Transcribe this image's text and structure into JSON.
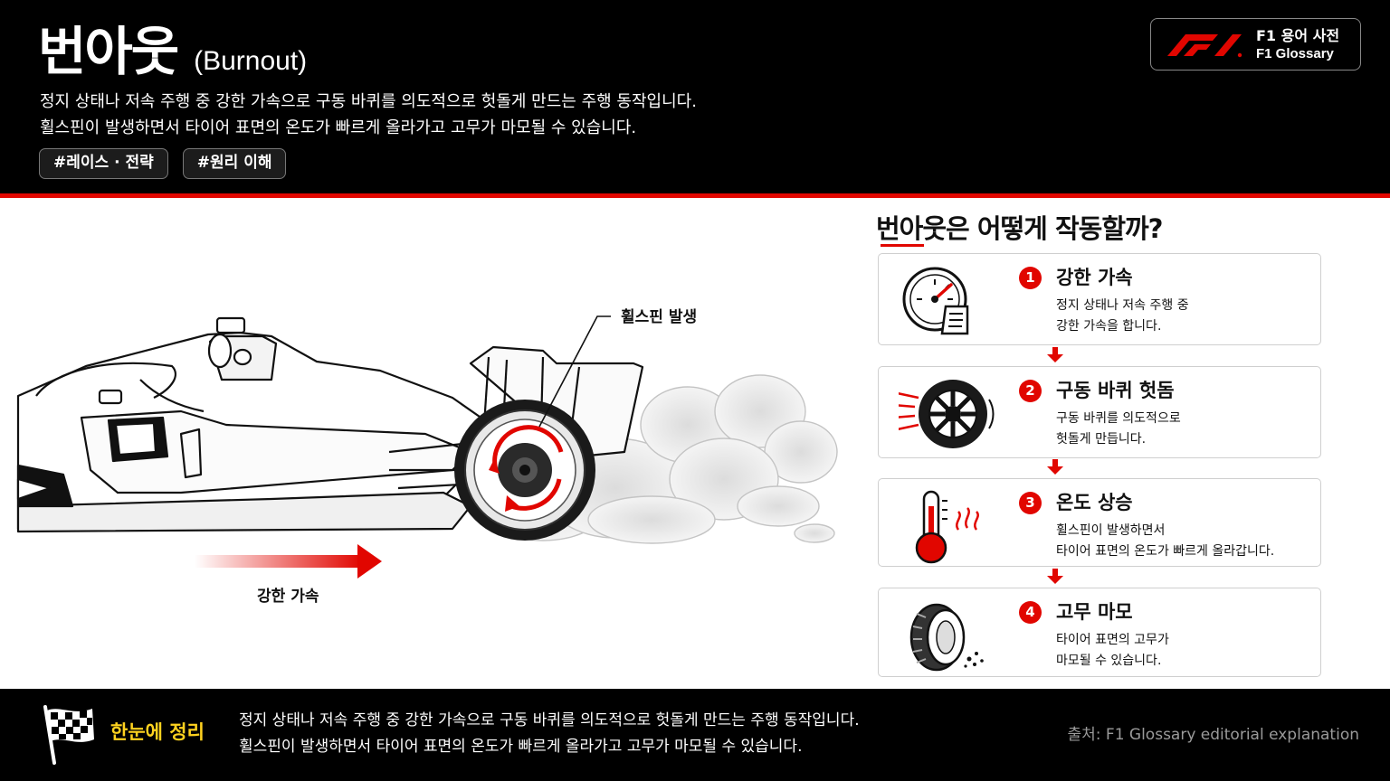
{
  "header": {
    "title_ko": "번아웃",
    "title_en": "(Burnout)",
    "desc_line1": "정지 상태나 저속 주행 중 강한 가속으로 구동 바퀴를 의도적으로 헛돌게 만드는 주행 동작입니다.",
    "desc_line2": "휠스핀이 발생하면서 타이어 표면의 온도가 빠르게 올라가고 고무가 마모될 수 있습니다.",
    "tags": [
      "#레이스 · 전략",
      "#원리 이해"
    ],
    "brand_ko": "F1 용어 사전",
    "brand_en": "F1 Glossary"
  },
  "illustration": {
    "label_wheelspin": "휠스핀 발생",
    "label_accel": "강한 가속"
  },
  "panel": {
    "title": "번아웃은 어떻게 작동할까?",
    "steps": [
      {
        "num": "1",
        "title": "강한 가속",
        "line1": "정지 상태나 저속 주행 중",
        "line2": "강한 가속을 합니다.",
        "icon": "speedometer-icon"
      },
      {
        "num": "2",
        "title": "구동 바퀴 헛돔",
        "line1": "구동 바퀴를 의도적으로",
        "line2": "헛돌게 만듭니다.",
        "icon": "spinning-wheel-icon"
      },
      {
        "num": "3",
        "title": "온도 상승",
        "line1": "휠스핀이 발생하면서",
        "line2": "타이어 표면의 온도가 빠르게 올라갑니다.",
        "icon": "thermometer-icon"
      },
      {
        "num": "4",
        "title": "고무 마모",
        "line1": "타이어 표면의 고무가",
        "line2": "마모될 수 있습니다.",
        "icon": "worn-tire-icon"
      }
    ]
  },
  "footer": {
    "title": "한눈에 정리",
    "line1": "정지 상태나 저속 주행 중 강한 가속으로 구동 바퀴를 의도적으로 헛돌게 만드는 주행 동작입니다.",
    "line2": "휠스핀이 발생하면서 타이어 표면의 온도가 빠르게 올라가고 고무가 마모될 수 있습니다.",
    "source": "출처: F1 Glossary editorial explanation"
  },
  "colors": {
    "accent": "#e10600",
    "highlight": "#ffd21f",
    "background": "#000000"
  }
}
